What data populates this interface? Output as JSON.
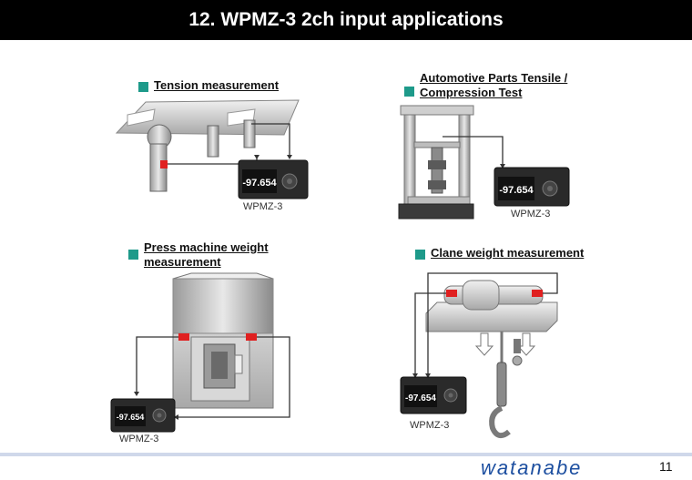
{
  "slide": {
    "title": "12. WPMZ-3 2ch input applications",
    "page_number": "11",
    "logo_text": "watanabe"
  },
  "sections": [
    {
      "heading": "Tension measurement",
      "caption": "WPMZ-3"
    },
    {
      "heading_line1": "Automotive Parts Tensile /",
      "heading_line2": "Compression Test",
      "caption": "WPMZ-3"
    },
    {
      "heading_line1": "Press machine weight",
      "heading_line2": "measurement",
      "caption": "WPMZ-3"
    },
    {
      "heading": "Clane weight measurement",
      "caption": "WPMZ-3"
    }
  ],
  "display": {
    "reading": "-97.654"
  },
  "colors": {
    "accent": "#1e9a8a",
    "sensor": "#e02020",
    "title_bg": "#000000",
    "logo": "#1d4fa0"
  }
}
